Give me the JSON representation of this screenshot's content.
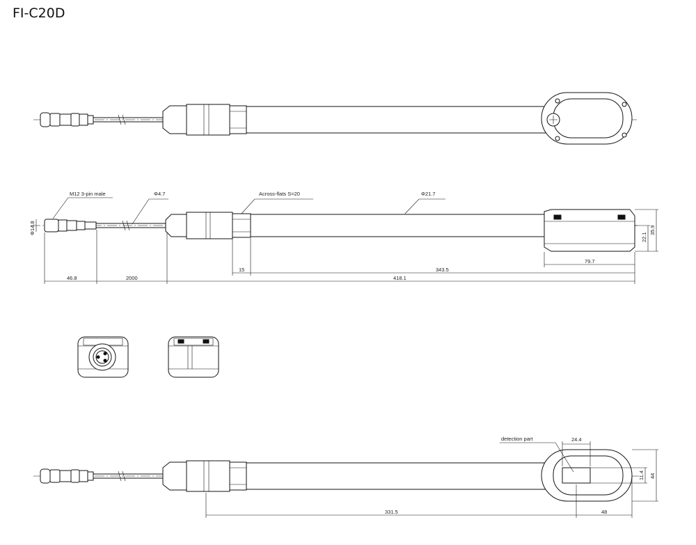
{
  "title": "FI-C20D",
  "labels": {
    "connector": "M12 3-pin male",
    "cable_dia": "Φ4.7",
    "across_flats": "Across-flats S=20",
    "shaft_dia": "Φ21.7",
    "connector_dia": "Φ14.8",
    "detection_part": "detection part"
  },
  "dimensions": {
    "d_46_8": "46.8",
    "d_2000": "2000",
    "d_418_1": "418.1",
    "d_15": "15",
    "d_343_5": "343.5",
    "d_79_7": "79.7",
    "d_22_1": "22.1",
    "d_35_9": "35.9",
    "d_24_4": "24.4",
    "d_11_4": "11.4",
    "d_44": "44",
    "d_331_5": "331.5",
    "d_48": "48"
  }
}
